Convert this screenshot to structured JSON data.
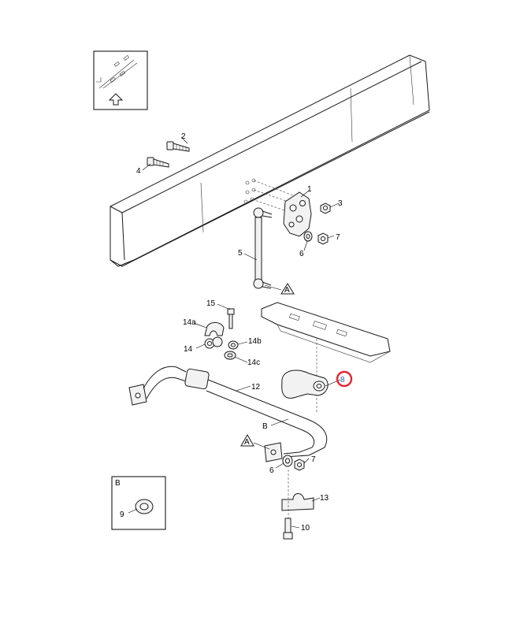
{
  "callouts": {
    "c1": "1",
    "c2": "2",
    "c3": "3",
    "c4": "4",
    "c5": "5",
    "c6a": "6",
    "c6b": "6",
    "c7a": "7",
    "c7b": "7",
    "c8": "8",
    "c9": "9",
    "c10": "10",
    "c12": "12",
    "c13": "13",
    "c14": "14",
    "c14a": "14a",
    "c14b": "14b",
    "c14c": "14c",
    "c15": "15"
  },
  "markers": {
    "arrow_a_upper": "A",
    "arrow_a_lower": "A",
    "view_b_label": "B",
    "detail_b_title": "B"
  },
  "highlight": {
    "ring_color": "#e3262f",
    "label_color": "#2a5db0"
  }
}
